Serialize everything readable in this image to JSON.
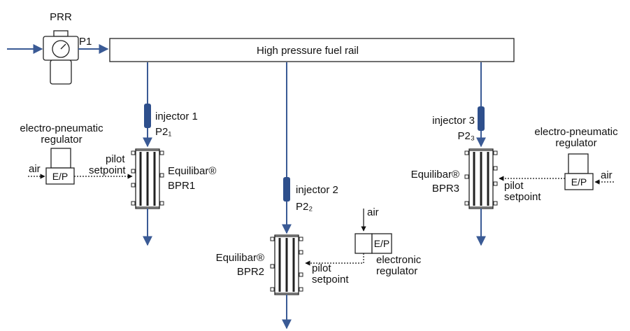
{
  "colors": {
    "flow_line": "#3a5a95",
    "injector": "#2e4f8c",
    "outline": "#222222",
    "signal": "#111111"
  },
  "prr": {
    "label": "PRR",
    "outlet_label": "P1"
  },
  "rail": {
    "label": "High pressure fuel rail"
  },
  "injectors": [
    {
      "label": "injector 1",
      "pressure": "P2₁"
    },
    {
      "label": "injector 2",
      "pressure": "P2₂"
    },
    {
      "label": "injector 3",
      "pressure": "P2₃"
    }
  ],
  "bprs": [
    {
      "brand": "Equilibar®",
      "name": "BPR1"
    },
    {
      "brand": "Equilibar®",
      "name": "BPR2"
    },
    {
      "brand": "Equilibar®",
      "name": "BPR3"
    }
  ],
  "regulators": [
    {
      "title_line1": "electro-pneumatic",
      "title_line2": "regulator",
      "ep_label": "E/P",
      "air_label": "air",
      "pilot_line1": "pilot",
      "pilot_line2": "setpoint"
    },
    {
      "title_line1": "electronic",
      "title_line2": "regulator",
      "ep_label": "E/P",
      "air_label": "air",
      "pilot_line1": "pilot",
      "pilot_line2": "setpoint"
    },
    {
      "title_line1": "electro-pneumatic",
      "title_line2": "regulator",
      "ep_label": "E/P",
      "air_label": "air",
      "pilot_line1": "pilot",
      "pilot_line2": "setpoint"
    }
  ]
}
